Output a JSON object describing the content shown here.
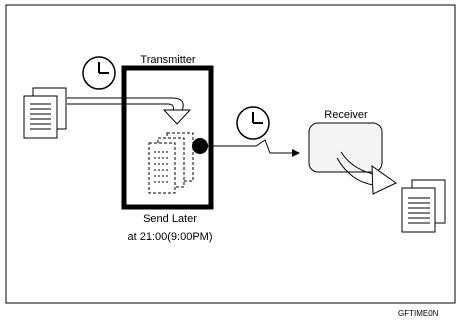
{
  "diagram": {
    "labels": {
      "transmitter": "Transmitter",
      "receiver": "Receiver",
      "send_later_line1": "Send Later",
      "send_later_line2": "at 21:00(9:00PM)",
      "figure_code": "GFTIME0N"
    },
    "icons": {
      "clock_1": "clock-icon",
      "clock_2": "clock-icon",
      "source_documents": "documents-icon",
      "received_documents": "documents-icon",
      "memory_documents": "stored-documents-icon",
      "send_arrow": "zigzag-arrow-icon",
      "transfer_arrow": "arrow-icon"
    },
    "colors": {
      "stroke": "#000000",
      "background": "#ffffff",
      "receiver_fill": "#f4f4f4"
    }
  }
}
